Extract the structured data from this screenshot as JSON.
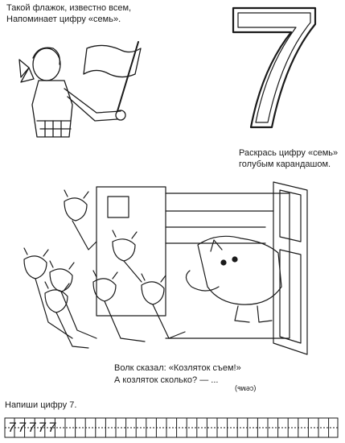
{
  "poem": {
    "line1": "Такой флажок, известно всем,",
    "line2": "Напоминает цифру «семь»."
  },
  "big_digit": "7",
  "coloring_task": {
    "line1": "Раскрась цифру «семь»",
    "line2": "голубым карандашом."
  },
  "riddle": {
    "line1": "Волк сказал: «Козляток съем!»",
    "line2": "А козляток сколько? — ...",
    "answer_upside_down": "(семь)"
  },
  "writing_task": "Напиши цифру 7.",
  "practice_digits": [
    "7",
    "7",
    "7",
    "7",
    "7"
  ],
  "colors": {
    "ink": "#1a1a1a",
    "paper": "#ffffff"
  }
}
